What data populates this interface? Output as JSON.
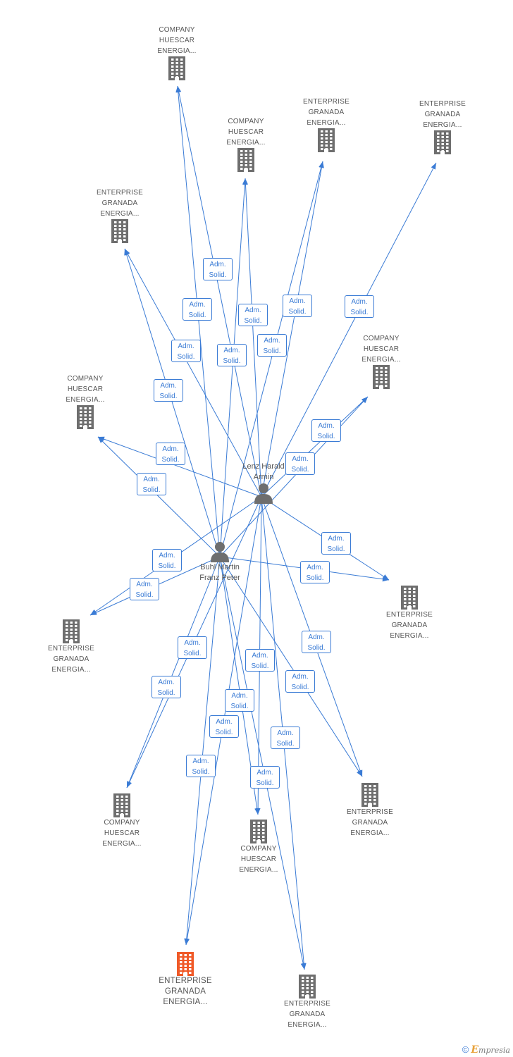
{
  "colors": {
    "edge": "#3a7bd5",
    "node": "#6e6e6e",
    "highlight": "#f05a28",
    "text": "#555555"
  },
  "persons": [
    {
      "id": "lenz",
      "lines": [
        "Lenz Harald",
        "Armin"
      ],
      "icon": "person-icon"
    },
    {
      "id": "buhl",
      "lines": [
        "Buhl Martin",
        "Franz Peter"
      ],
      "icon": "person-icon"
    }
  ],
  "companies": [
    {
      "id": "c1",
      "lines": [
        "COMPANY",
        "HUESCAR",
        "ENERGIA..."
      ]
    },
    {
      "id": "c2",
      "lines": [
        "COMPANY",
        "HUESCAR",
        "ENERGIA..."
      ]
    },
    {
      "id": "c3",
      "lines": [
        "ENTERPRISE",
        "GRANADA",
        "ENERGIA..."
      ]
    },
    {
      "id": "c4",
      "lines": [
        "ENTERPRISE",
        "GRANADA",
        "ENERGIA..."
      ]
    },
    {
      "id": "c5",
      "lines": [
        "ENTERPRISE",
        "GRANADA",
        "ENERGIA..."
      ]
    },
    {
      "id": "c6",
      "lines": [
        "COMPANY",
        "HUESCAR",
        "ENERGIA..."
      ]
    },
    {
      "id": "c7",
      "lines": [
        "COMPANY",
        "HUESCAR",
        "ENERGIA..."
      ]
    },
    {
      "id": "c8",
      "lines": [
        "ENTERPRISE",
        "GRANADA",
        "ENERGIA..."
      ]
    },
    {
      "id": "c9",
      "lines": [
        "ENTERPRISE",
        "GRANADA",
        "ENERGIA..."
      ]
    },
    {
      "id": "c10",
      "lines": [
        "COMPANY",
        "HUESCAR",
        "ENERGIA..."
      ]
    },
    {
      "id": "c11",
      "lines": [
        "ENTERPRISE",
        "GRANADA",
        "ENERGIA..."
      ]
    },
    {
      "id": "c12",
      "lines": [
        "COMPANY",
        "HUESCAR",
        "ENERGIA..."
      ]
    },
    {
      "id": "c13",
      "lines": [
        "ENTERPRISE",
        "GRANADA",
        "ENERGIA..."
      ],
      "highlight": true
    },
    {
      "id": "c14",
      "lines": [
        "ENTERPRISE",
        "GRANADA",
        "ENERGIA..."
      ]
    }
  ],
  "relation_label": [
    "Adm.",
    "Solid."
  ],
  "edges": [
    {
      "from": "lenz",
      "to": "c1"
    },
    {
      "from": "buhl",
      "to": "c1"
    },
    {
      "from": "lenz",
      "to": "c2"
    },
    {
      "from": "buhl",
      "to": "c2"
    },
    {
      "from": "lenz",
      "to": "c3"
    },
    {
      "from": "buhl",
      "to": "c3"
    },
    {
      "from": "lenz",
      "to": "c4"
    },
    {
      "from": "lenz",
      "to": "c5"
    },
    {
      "from": "buhl",
      "to": "c5"
    },
    {
      "from": "lenz",
      "to": "c6"
    },
    {
      "from": "buhl",
      "to": "c6"
    },
    {
      "from": "lenz",
      "to": "c7"
    },
    {
      "from": "buhl",
      "to": "c7"
    },
    {
      "from": "lenz",
      "to": "c8"
    },
    {
      "from": "buhl",
      "to": "c8"
    },
    {
      "from": "lenz",
      "to": "c9"
    },
    {
      "from": "buhl",
      "to": "c9"
    },
    {
      "from": "lenz",
      "to": "c10"
    },
    {
      "from": "buhl",
      "to": "c10"
    },
    {
      "from": "lenz",
      "to": "c11"
    },
    {
      "from": "buhl",
      "to": "c11"
    },
    {
      "from": "lenz",
      "to": "c12"
    },
    {
      "from": "buhl",
      "to": "c12"
    },
    {
      "from": "lenz",
      "to": "c13"
    },
    {
      "from": "buhl",
      "to": "c13"
    },
    {
      "from": "lenz",
      "to": "c14"
    },
    {
      "from": "buhl",
      "to": "c14"
    }
  ],
  "footer": {
    "copyright": "©",
    "brand_initial": "E",
    "brand_rest": "mpresia"
  }
}
